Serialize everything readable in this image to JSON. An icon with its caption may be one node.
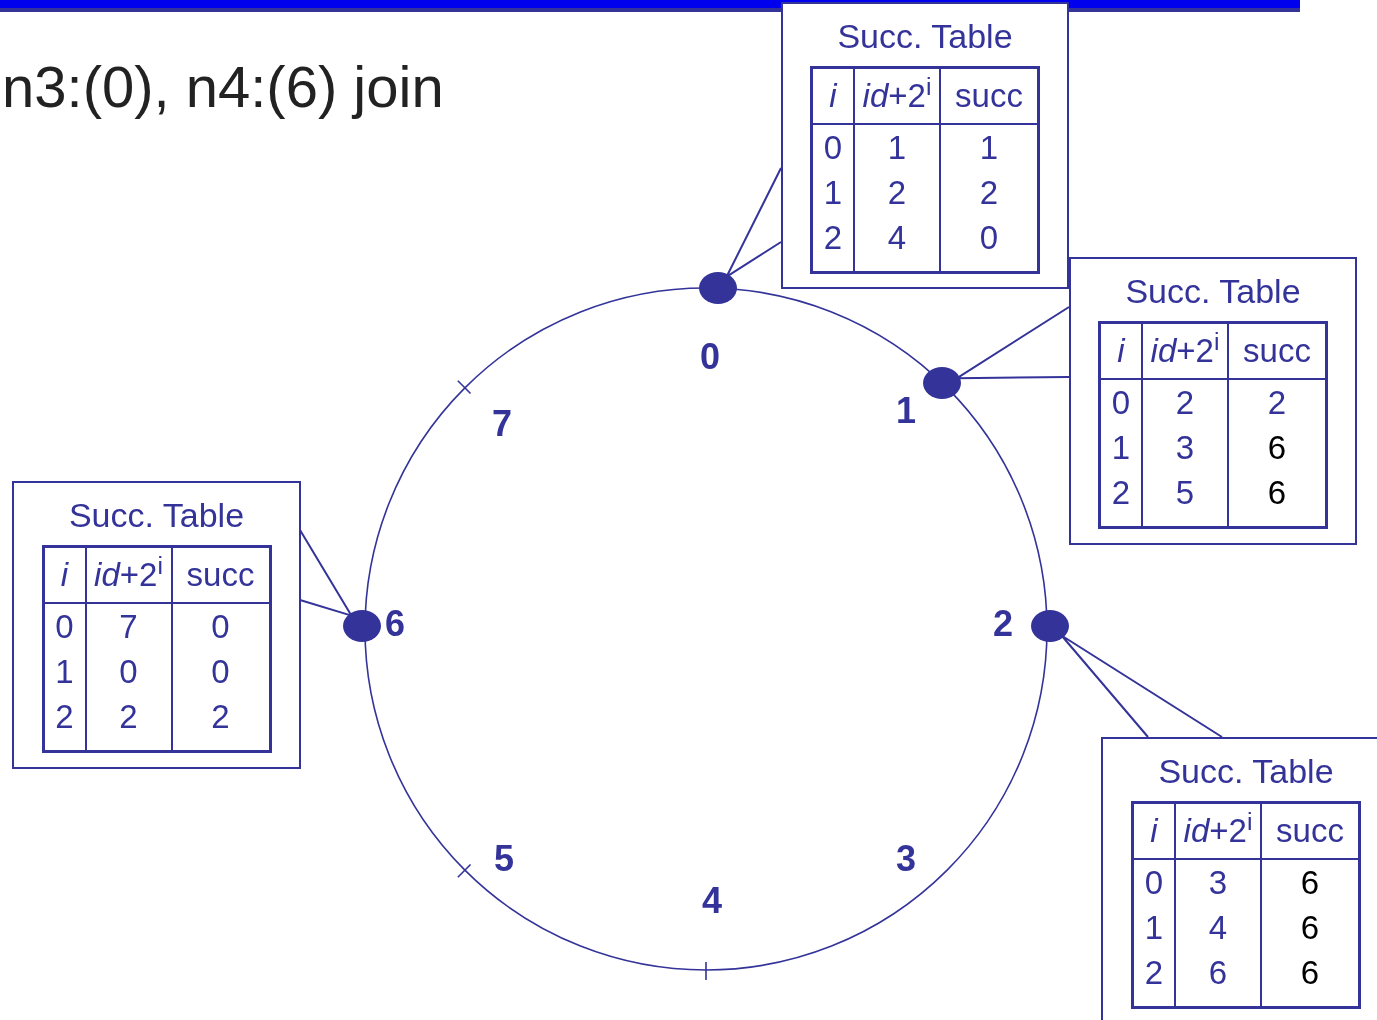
{
  "diagram": {
    "title": "n3:(0), n4:(6) join",
    "nodes": [
      {
        "text": [
          "Succ. Table",
          "i",
          "*id*+2$^{i}$",
          "succ",
          "0",
          "1",
          "1",
          "1",
          "2",
          "2",
          "2",
          "4",
          "0"
        ]
      },
      {
        "text": [],
        "shape": "circle"
      },
      {
        "text": [
          "Succ. Table",
          "i",
          "*id*+2$^{i}$",
          "succ",
          "0",
          "2",
          "2",
          "1",
          "3",
          "6",
          "2",
          "5",
          "6"
        ]
      },
      {
        "text": [],
        "shape": "circle"
      },
      {
        "text": [
          "Succ. Table",
          "i",
          "*id*+2$^{i}$",
          "succ",
          "0",
          "7",
          "0",
          "1",
          "0",
          "0",
          "2",
          "2",
          "2"
        ]
      },
      {
        "text": [],
        "shape": "circle"
      },
      {
        "text": [],
        "shape": "circle"
      },
      {
        "text": [
          "Succ. Table",
          "i",
          "*id*+2$^{i}$",
          "succ",
          "0",
          "3",
          "6",
          "1",
          "4",
          "6",
          "2",
          "6",
          "6"
        ]
      }
    ],
    "edges": [
      {
        "from": 0,
        "to": 1,
        "arrow": "none"
      },
      {
        "from": 2,
        "to": 3,
        "arrow": "none"
      },
      {
        "from": 4,
        "to": 5,
        "arrow": "none"
      },
      {
        "from": 7,
        "to": 6,
        "arrow": "none"
      }
    ],
    "labels": [
      "0",
      "7",
      "1",
      "6",
      "2",
      "5",
      "3",
      "4"
    ]
  }
}
